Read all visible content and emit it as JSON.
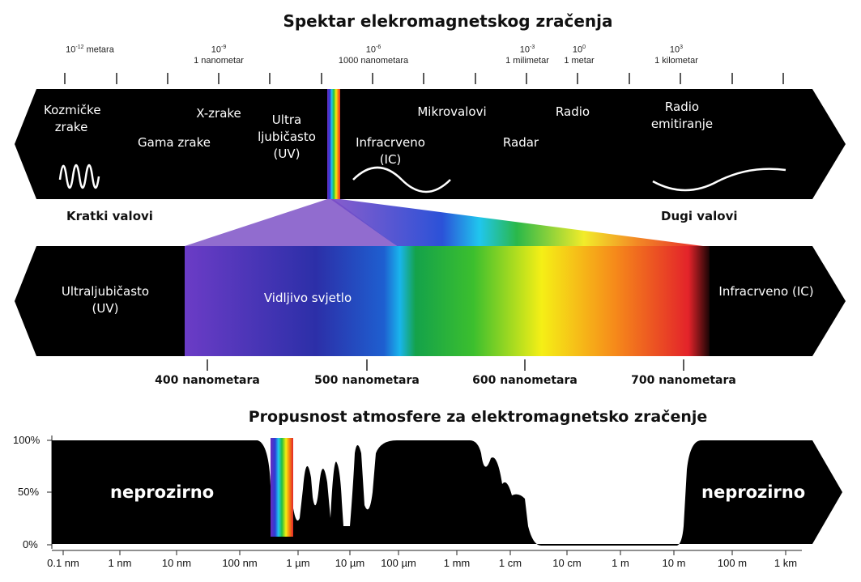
{
  "spectrum": {
    "title": "Spektar elekromagnetskog zračenja",
    "scale": [
      {
        "exp": "-12",
        "unit": "metara",
        "sub": ""
      },
      {
        "exp": "-9",
        "unit": "",
        "sub": "1 nanometar"
      },
      {
        "exp": "-6",
        "unit": "",
        "sub": "1000 nanometara"
      },
      {
        "exp": "-3",
        "unit": "",
        "sub": "1 milimetar"
      },
      {
        "exp": "0",
        "unit": "",
        "sub": "1 metar"
      },
      {
        "exp": "3",
        "unit": "",
        "sub": "1 kilometar"
      }
    ],
    "bands": {
      "cosmic": "Kozmičke zrake",
      "gamma": "Gama zrake",
      "xray": "X-zrake",
      "uv": "Ultra ljubičasto (UV)",
      "ir": "Infracrveno (IC)",
      "micro": "Mikrovalovi",
      "radar": "Radar",
      "radio": "Radio",
      "radio_emit": "Radio emitiranje"
    },
    "short_waves": "Kratki valovi",
    "long_waves": "Dugi valovi"
  },
  "visible": {
    "uv": "Ultraljubičasto (UV)",
    "visible": "Vidljivo svjetlo",
    "ir": "Infracrveno (IC)",
    "ticks": [
      "400 nanometara",
      "500 nanometara",
      "600 nanometara",
      "700 nanometara"
    ]
  },
  "atmosphere": {
    "title": "Propusnost atmosfere za elektromagnetsko zračenje",
    "y_ticks": [
      "100%",
      "50%",
      "0%"
    ],
    "x_ticks": [
      "0.1 nm",
      "1 nm",
      "10 nm",
      "100 nm",
      "1 µm",
      "10 µm",
      "100 µm",
      "1 mm",
      "1 cm",
      "10 cm",
      "1 m",
      "10 m",
      "100 m",
      "1 km"
    ],
    "opaque_left": "neprozirno",
    "opaque_right": "neprozirno"
  }
}
